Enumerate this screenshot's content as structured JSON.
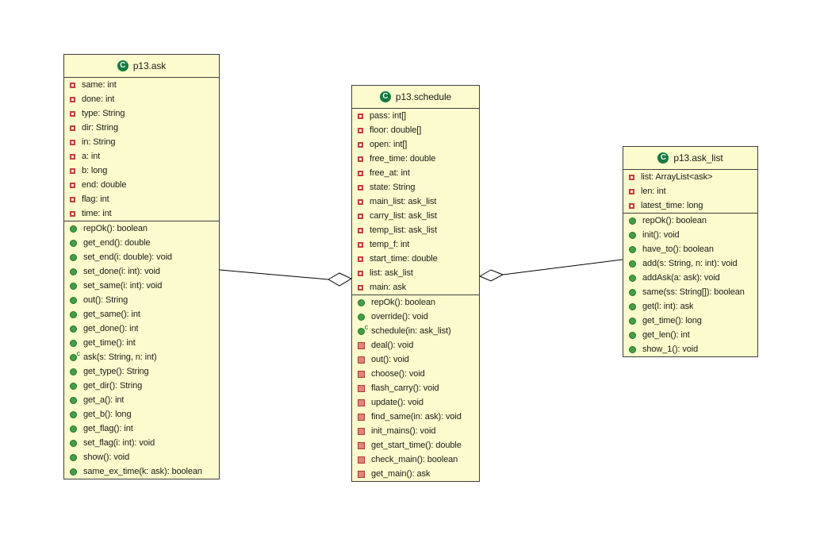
{
  "diagram": {
    "background_color": "#FFFFFF",
    "node_fill_color": "#FBFBCD",
    "node_border_color": "#404040",
    "public_icon_color": "#42A048",
    "private_icon_color": "#E2837E",
    "field_icon_color": "#C23F3C",
    "class_icon_color": "#127A42",
    "class_icon_letter": "C"
  },
  "classes": [
    {
      "id": "ask",
      "title": "p13.ask",
      "fields": [
        "same: int",
        "done: int",
        "type: String",
        "dir: String",
        "in: String",
        "a: int",
        "b: long",
        "end: double",
        "flag: int",
        "time: int"
      ],
      "methods": [
        {
          "visibility": "public",
          "signature": "repOk(): boolean"
        },
        {
          "visibility": "public",
          "signature": "get_end(): double"
        },
        {
          "visibility": "public",
          "signature": "set_end(i: double): void"
        },
        {
          "visibility": "public",
          "signature": "set_done(i: int): void"
        },
        {
          "visibility": "public",
          "signature": "set_same(i: int): void"
        },
        {
          "visibility": "public",
          "signature": "out(): String"
        },
        {
          "visibility": "public",
          "signature": "get_same(): int"
        },
        {
          "visibility": "public",
          "signature": "get_done(): int"
        },
        {
          "visibility": "public",
          "signature": "get_time(): int"
        },
        {
          "visibility": "constructor",
          "signature": "ask(s: String, n: int)"
        },
        {
          "visibility": "public",
          "signature": "get_type(): String"
        },
        {
          "visibility": "public",
          "signature": "get_dir(): String"
        },
        {
          "visibility": "public",
          "signature": "get_a(): int"
        },
        {
          "visibility": "public",
          "signature": "get_b(): long"
        },
        {
          "visibility": "public",
          "signature": "get_flag(): int"
        },
        {
          "visibility": "public",
          "signature": "set_flag(i: int): void"
        },
        {
          "visibility": "public",
          "signature": "show(): void"
        },
        {
          "visibility": "public",
          "signature": "same_ex_time(k: ask): boolean"
        }
      ]
    },
    {
      "id": "schedule",
      "title": "p13.schedule",
      "fields": [
        "pass: int[]",
        "floor: double[]",
        "open: int[]",
        "free_time: double",
        "free_at: int",
        "state: String",
        "main_list: ask_list",
        "carry_list: ask_list",
        "temp_list: ask_list",
        "temp_f: int",
        "start_time: double",
        "list: ask_list",
        "main: ask"
      ],
      "methods": [
        {
          "visibility": "public",
          "signature": "repOk(): boolean"
        },
        {
          "visibility": "public",
          "signature": "override(): void"
        },
        {
          "visibility": "constructor",
          "signature": "schedule(in: ask_list)"
        },
        {
          "visibility": "private",
          "signature": "deal(): void"
        },
        {
          "visibility": "private",
          "signature": "out(): void"
        },
        {
          "visibility": "private",
          "signature": "choose(): void"
        },
        {
          "visibility": "private",
          "signature": "flash_carry(): void"
        },
        {
          "visibility": "private",
          "signature": "update(): void"
        },
        {
          "visibility": "private",
          "signature": "find_same(in: ask): void"
        },
        {
          "visibility": "private",
          "signature": "init_mains(): void"
        },
        {
          "visibility": "private",
          "signature": "get_start_time(): double"
        },
        {
          "visibility": "private",
          "signature": "check_main(): boolean"
        },
        {
          "visibility": "private",
          "signature": "get_main(): ask"
        }
      ]
    },
    {
      "id": "ask_list",
      "title": "p13.ask_list",
      "fields": [
        "list: ArrayList<ask>",
        "len: int",
        "latest_time: long"
      ],
      "methods": [
        {
          "visibility": "public",
          "signature": "repOk(): boolean"
        },
        {
          "visibility": "public",
          "signature": "init(): void"
        },
        {
          "visibility": "public",
          "signature": "have_to(): boolean"
        },
        {
          "visibility": "public",
          "signature": "add(s: String, n: int): void"
        },
        {
          "visibility": "public",
          "signature": "addAsk(a: ask): void"
        },
        {
          "visibility": "public",
          "signature": "same(ss: String[]): boolean"
        },
        {
          "visibility": "public",
          "signature": "get(l: int): ask"
        },
        {
          "visibility": "public",
          "signature": "get_time(): long"
        },
        {
          "visibility": "public",
          "signature": "get_len(): int"
        },
        {
          "visibility": "public",
          "signature": "show_1(): void"
        }
      ]
    }
  ],
  "relations": [
    {
      "type": "aggregation",
      "from": "p13.ask",
      "to": "p13.schedule",
      "diamond_at": "p13.schedule"
    },
    {
      "type": "aggregation",
      "from": "p13.ask_list",
      "to": "p13.schedule",
      "diamond_at": "p13.schedule"
    }
  ]
}
